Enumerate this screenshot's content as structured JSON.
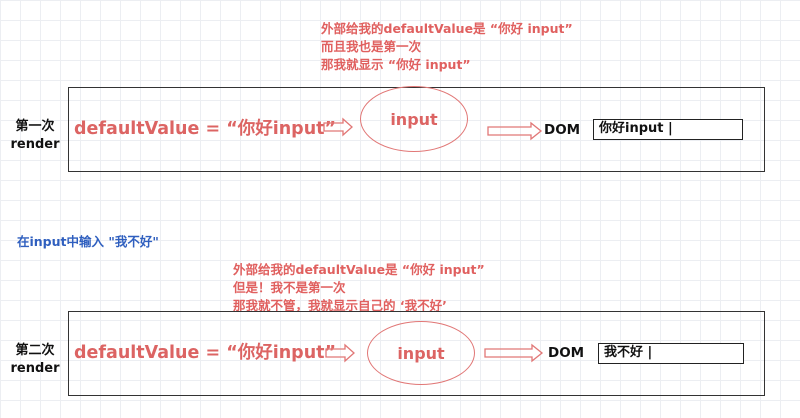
{
  "render1": {
    "note_lines": [
      "外部给我的defaultValue是 “你好 input”",
      "而且我也是第一次",
      "那我就显示 “你好 input”"
    ],
    "label_lines": [
      "第一次",
      "render"
    ],
    "expression": "defaultValue = “你好input”",
    "node": "input",
    "dom_label": "DOM",
    "dom_value": "你好input |"
  },
  "section_title": "在input中输入 \"我不好\"",
  "render2": {
    "note_lines": [
      "外部给我的defaultValue是 “你好 input”",
      "但是！我不是第一次",
      "那我就不管，我就显示自己的 ‘我不好’"
    ],
    "label_lines": [
      "第二次",
      "render"
    ],
    "expression": "defaultValue = “你好input”",
    "node": "input",
    "dom_label": "DOM",
    "dom_value": "我不好 |"
  },
  "colors": {
    "accent_red": "#dc6463",
    "title_blue": "#2f5fbf",
    "border": "#333333"
  }
}
